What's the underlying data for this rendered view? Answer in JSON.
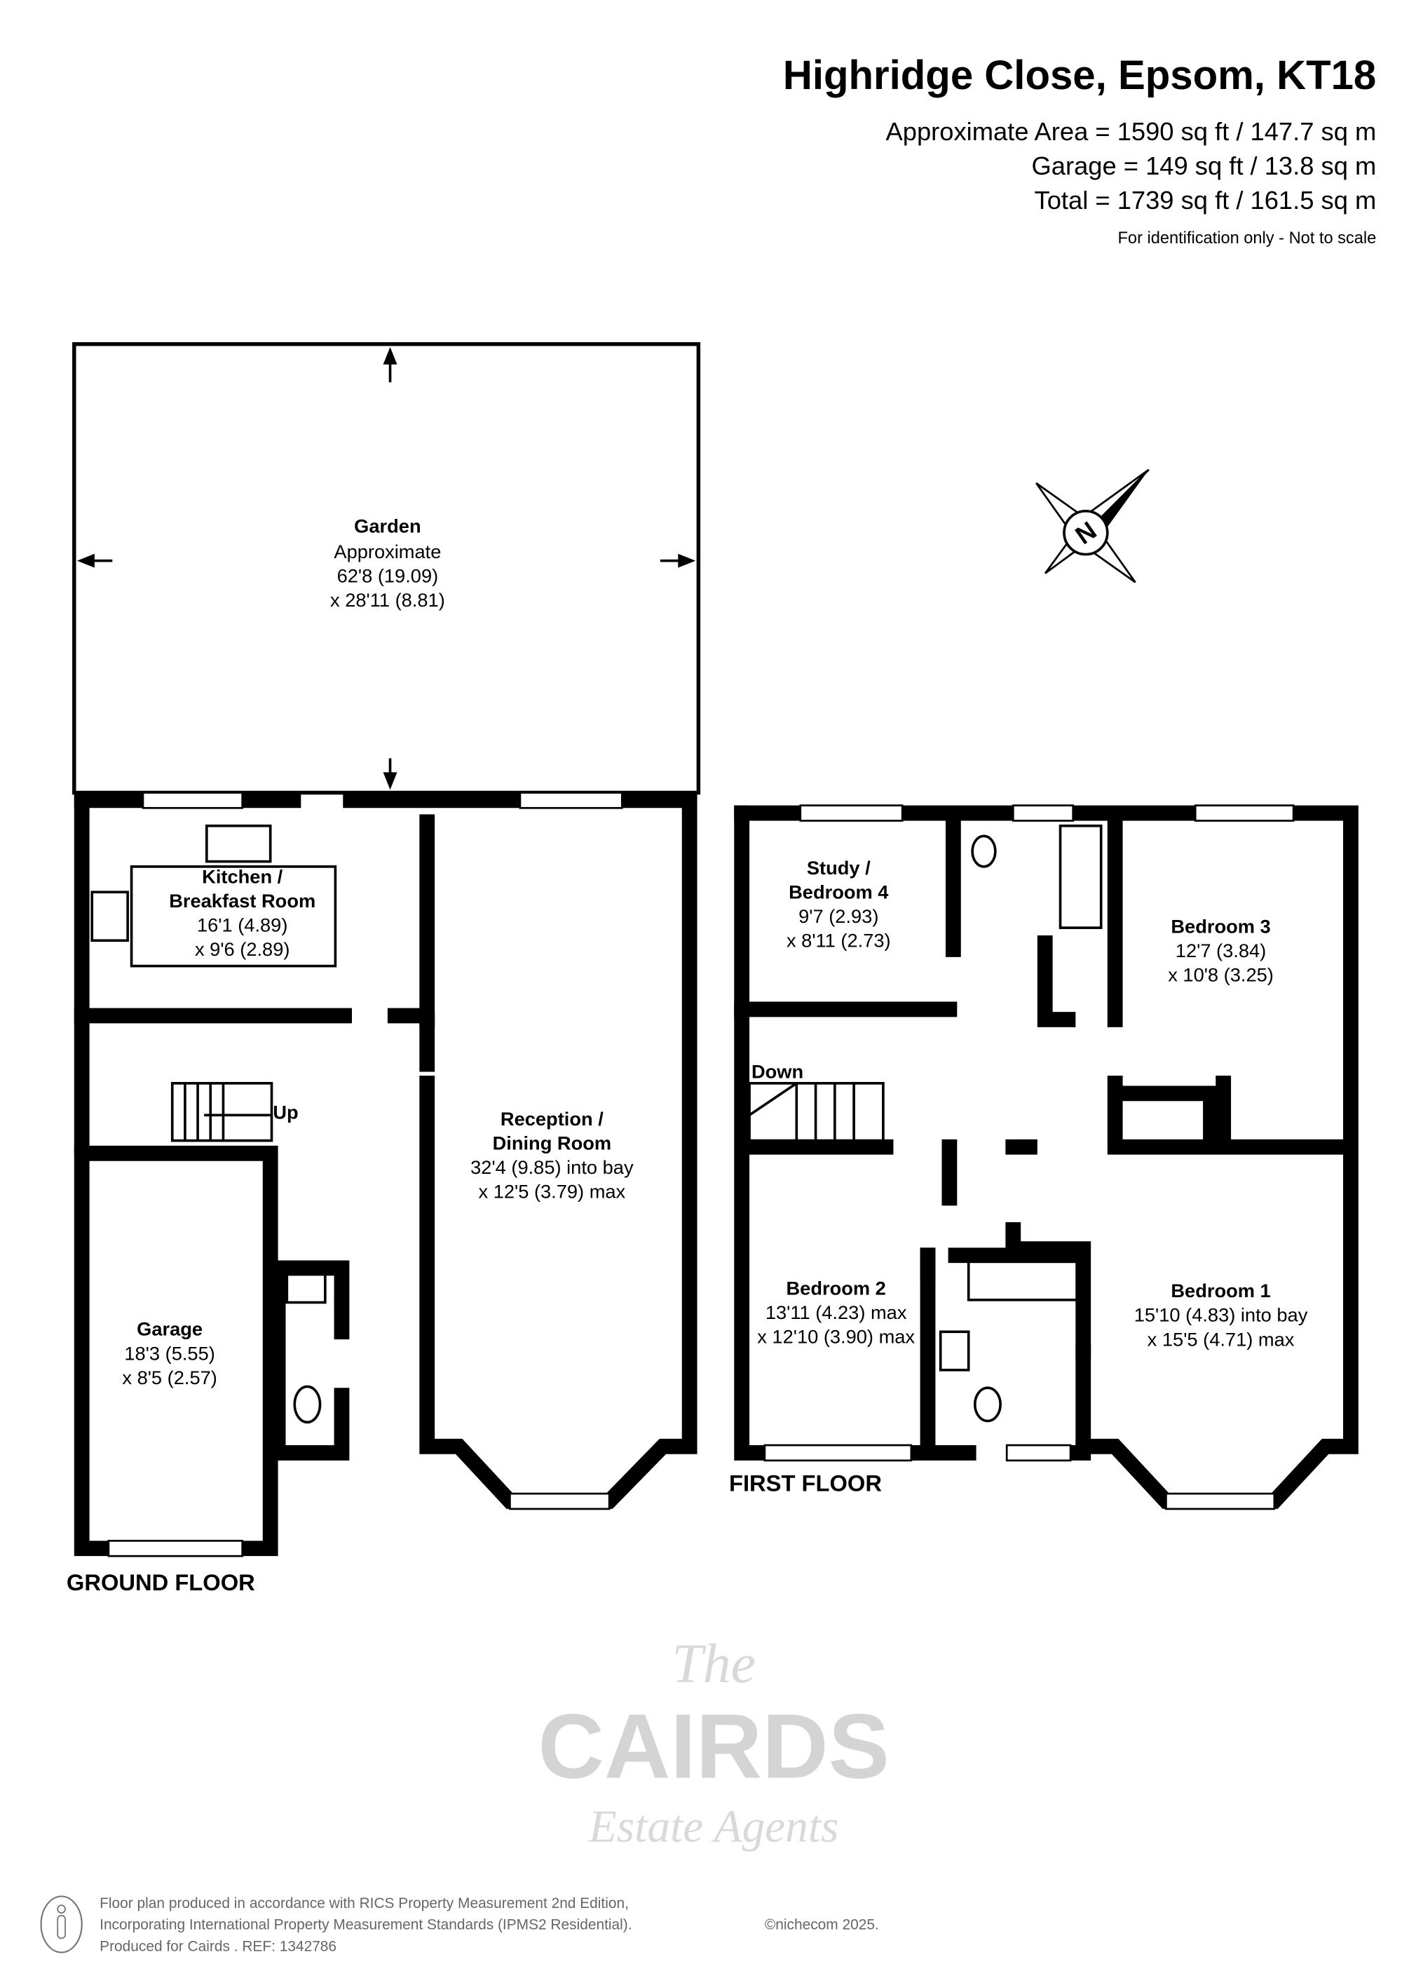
{
  "header": {
    "title": "Highridge Close, Epsom, KT18",
    "area_lines": [
      "Approximate Area = 1590 sq ft / 147.7 sq m",
      "Garage = 149 sq ft / 13.8 sq m",
      "Total = 1739 sq ft / 161.5 sq m"
    ],
    "note": "For identification only - Not to scale"
  },
  "compass": {
    "label": "N"
  },
  "watermark": {
    "script": "The",
    "brand": "CAIRDS",
    "sub": "Estate Agents"
  },
  "ground_floor": {
    "label": "GROUND FLOOR",
    "stairs_label": "Up",
    "rooms": {
      "garden": {
        "name": "Garden",
        "lines": [
          "Approximate",
          "62'8 (19.09)",
          "x 28'11 (8.81)"
        ]
      },
      "kitchen": {
        "name_lines": [
          "Kitchen /",
          "Breakfast Room"
        ],
        "lines": [
          "16'1 (4.89)",
          "x 9'6 (2.89)"
        ]
      },
      "reception": {
        "name_lines": [
          "Reception /",
          "Dining Room"
        ],
        "lines": [
          "32'4 (9.85) into bay",
          "x 12'5 (3.79) max"
        ]
      },
      "garage": {
        "name": "Garage",
        "lines": [
          "18'3 (5.55)",
          "x 8'5 (2.57)"
        ]
      }
    }
  },
  "first_floor": {
    "label": "FIRST FLOOR",
    "stairs_label": "Down",
    "rooms": {
      "study": {
        "name_lines": [
          "Study /",
          "Bedroom 4"
        ],
        "lines": [
          "9'7 (2.93)",
          "x 8'11 (2.73)"
        ]
      },
      "bedroom3": {
        "name": "Bedroom 3",
        "lines": [
          "12'7 (3.84)",
          "x 10'8 (3.25)"
        ]
      },
      "bedroom2": {
        "name": "Bedroom 2",
        "lines": [
          "13'11 (4.23) max",
          "x 12'10 (3.90) max"
        ]
      },
      "bedroom1": {
        "name": "Bedroom 1",
        "lines": [
          "15'10 (4.83) into bay",
          "x 15'5 (4.71) max"
        ]
      }
    }
  },
  "footer": {
    "lines": [
      "Floor plan produced in accordance with RICS Property Measurement 2nd Edition,",
      "Incorporating International Property Measurement Standards (IPMS2 Residential).",
      "Produced for Cairds .   REF:  1342786"
    ],
    "copyright": "©nichecom 2025."
  }
}
